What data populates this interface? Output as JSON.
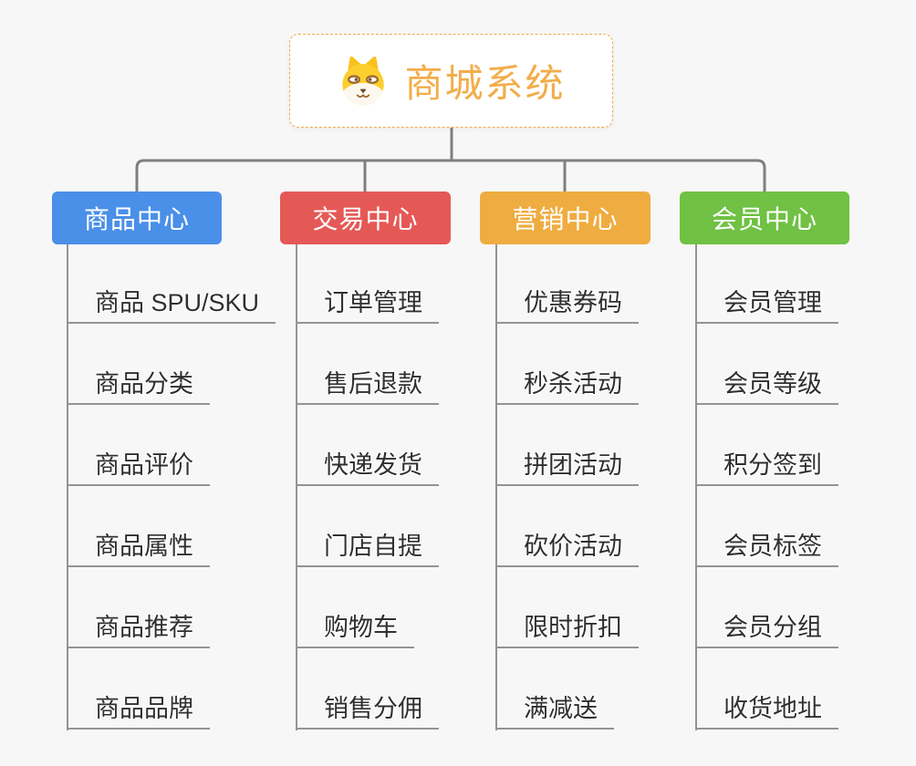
{
  "root": {
    "title": "商城系统",
    "icon": "dog-icon"
  },
  "branches": [
    {
      "label": "商品中心",
      "color": "#4a8fe8",
      "items": [
        "商品 SPU/SKU",
        "商品分类",
        "商品评价",
        "商品属性",
        "商品推荐",
        "商品品牌"
      ]
    },
    {
      "label": "交易中心",
      "color": "#e45956",
      "items": [
        "订单管理",
        "售后退款",
        "快递发货",
        "门店自提",
        "购物车",
        "销售分佣"
      ]
    },
    {
      "label": "营销中心",
      "color": "#efac40",
      "items": [
        "优惠券码",
        "秒杀活动",
        "拼团活动",
        "砍价活动",
        "限时折扣",
        "满减送"
      ]
    },
    {
      "label": "会员中心",
      "color": "#70c144",
      "items": [
        "会员管理",
        "会员等级",
        "积分签到",
        "会员标签",
        "会员分组",
        "收货地址"
      ]
    }
  ],
  "colors": {
    "background": "#f7f7f7",
    "root_border": "#efab49",
    "root_title": "#f2ad4a",
    "connector": "#7f7f7f",
    "leaf_line": "#949494",
    "leaf_text": "#2f2f2f"
  }
}
